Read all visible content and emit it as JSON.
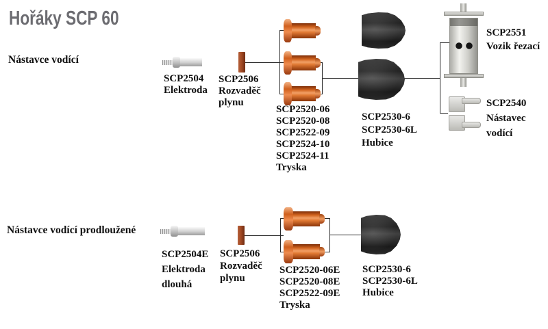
{
  "title": "Hořáky SCP 60",
  "colors": {
    "title_gray": "#6c6c71",
    "nozzle_orange": "#d2641f",
    "distributor_copper": "#a34a24",
    "cap_black": "#242424",
    "metal_gray": "#cfcfcf"
  },
  "row1": {
    "section_label": "Nástavce vodící",
    "electrode_code": "SCP2504",
    "electrode_name": "Elektroda",
    "distributor_code": "SCP2506",
    "distributor_name_line1": "Rozvaděč",
    "distributor_name_line2": "plynu",
    "nozzle_codes": [
      "SCP2520-06",
      "SCP2520-08",
      "SCP2522-09",
      "SCP2524-10",
      "SCP2524-11"
    ],
    "nozzle_name": "Tryska",
    "shield_codes": [
      "SCP2530-6",
      "SCP2530-6L"
    ],
    "shield_name": "Hubice",
    "carriage_code": "SCP2551",
    "carriage_name": "Vozik řezací",
    "guide_code": "SCP2540",
    "guide_name_line1": "Nástavec",
    "guide_name_line2": "vodící"
  },
  "row2": {
    "section_label": "Nástavce vodící prodloužené",
    "electrode_code": "SCP2504E",
    "electrode_name_line1": "Elektroda",
    "electrode_name_line2": "dlouhá",
    "distributor_code": "SCP2506",
    "distributor_name_line1": "Rozvaděč",
    "distributor_name_line2": "plynu",
    "nozzle_codes": [
      "SCP2520-06E",
      "SCP2520-08E",
      "SCP2522-09E"
    ],
    "nozzle_name": "Tryska",
    "shield_codes": [
      "SCP2530-6",
      "SCP2530-6L"
    ],
    "shield_name": "Hubice"
  }
}
